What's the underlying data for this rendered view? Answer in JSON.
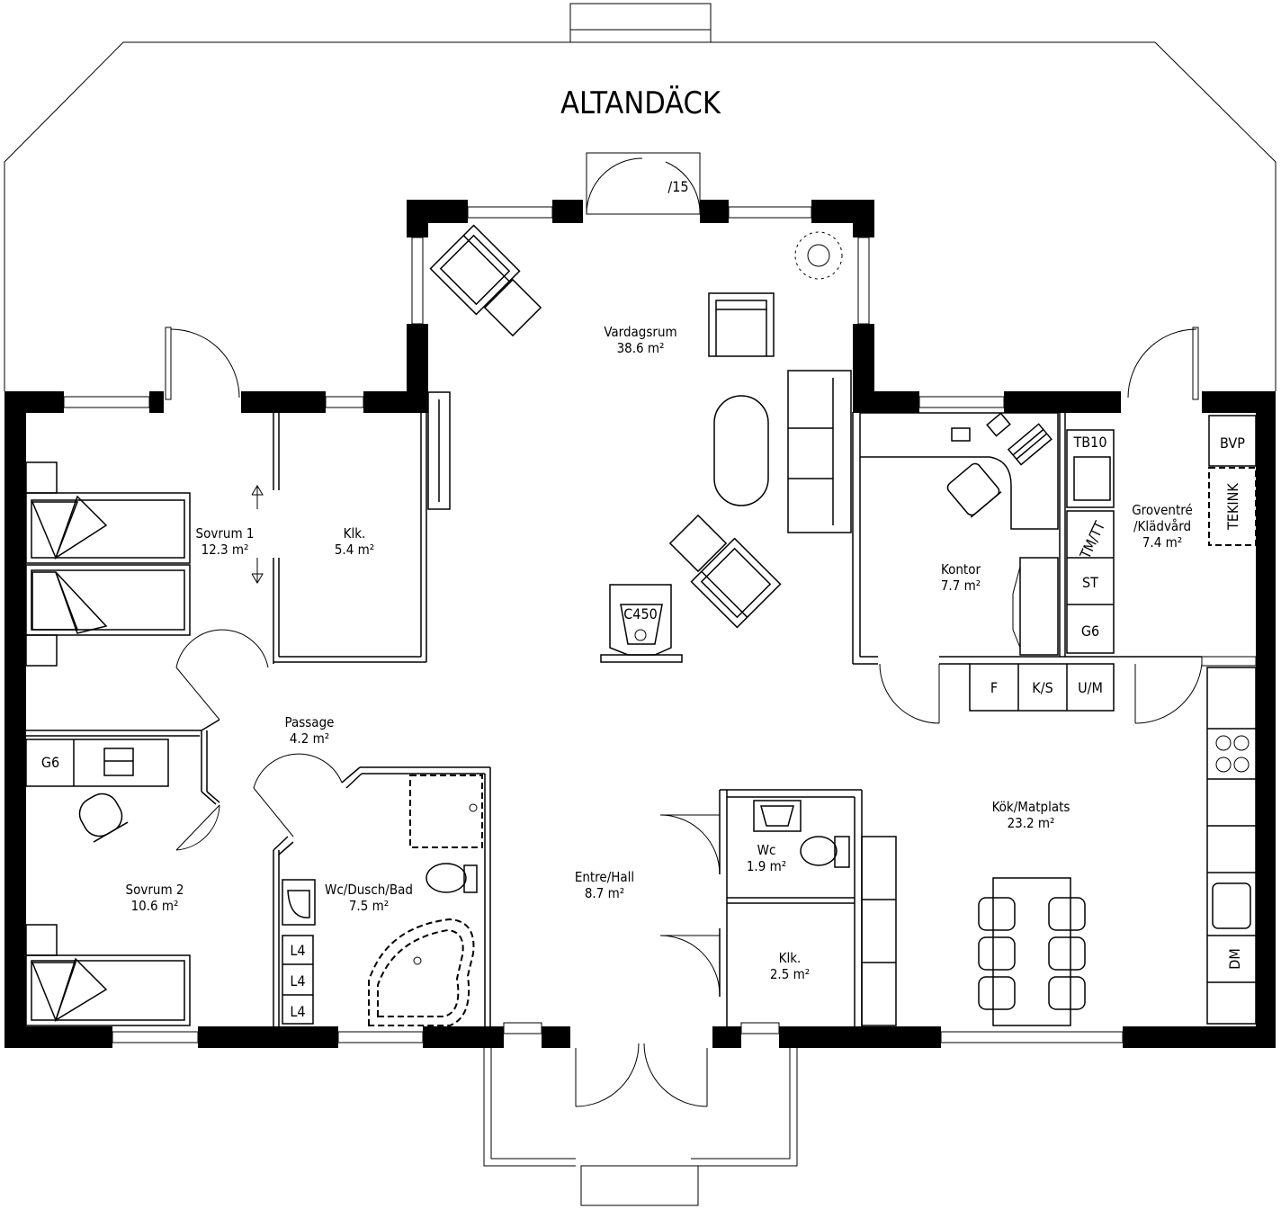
{
  "deck": {
    "title": "ALTANDÄCK"
  },
  "door_marks": {
    "terrace_door": "/15"
  },
  "rooms": [
    {
      "id": "vardagsrum",
      "name": "Vardagsrum",
      "area": "38.6 m²"
    },
    {
      "id": "sovrum1",
      "name": "Sovrum 1",
      "area": "12.3 m²"
    },
    {
      "id": "klk1",
      "name": "Klk.",
      "area": "5.4 m²"
    },
    {
      "id": "kontor",
      "name": "Kontor",
      "area": "7.7 m²"
    },
    {
      "id": "groventre",
      "name": "Groventré",
      "name2": "/Klädvård",
      "area": "7.4 m²"
    },
    {
      "id": "passage",
      "name": "Passage",
      "area": "4.2 m²"
    },
    {
      "id": "sovrum2",
      "name": "Sovrum 2",
      "area": "10.6 m²"
    },
    {
      "id": "wcdusch",
      "name": "Wc/Dusch/Bad",
      "area": "7.5 m²"
    },
    {
      "id": "entre",
      "name": "Entre/Hall",
      "area": "8.7 m²"
    },
    {
      "id": "wc",
      "name": "Wc",
      "area": "1.9 m²"
    },
    {
      "id": "klk2",
      "name": "Klk.",
      "area": "2.5 m²"
    },
    {
      "id": "kok",
      "name": "Kök/Matplats",
      "area": "23.2 m²"
    }
  ],
  "appliances": {
    "stove": "C450",
    "tb10": "TB10",
    "tm_tt": "TM/TT",
    "st": "ST",
    "g6_laundry": "G6",
    "bvp": "BVP",
    "tekink": "TEKINK",
    "f": "F",
    "ks": "K/S",
    "um": "U/M",
    "g6_bedroom": "G6",
    "l4_a": "L4",
    "l4_b": "L4",
    "l4_c": "L4",
    "dm": "DM"
  }
}
